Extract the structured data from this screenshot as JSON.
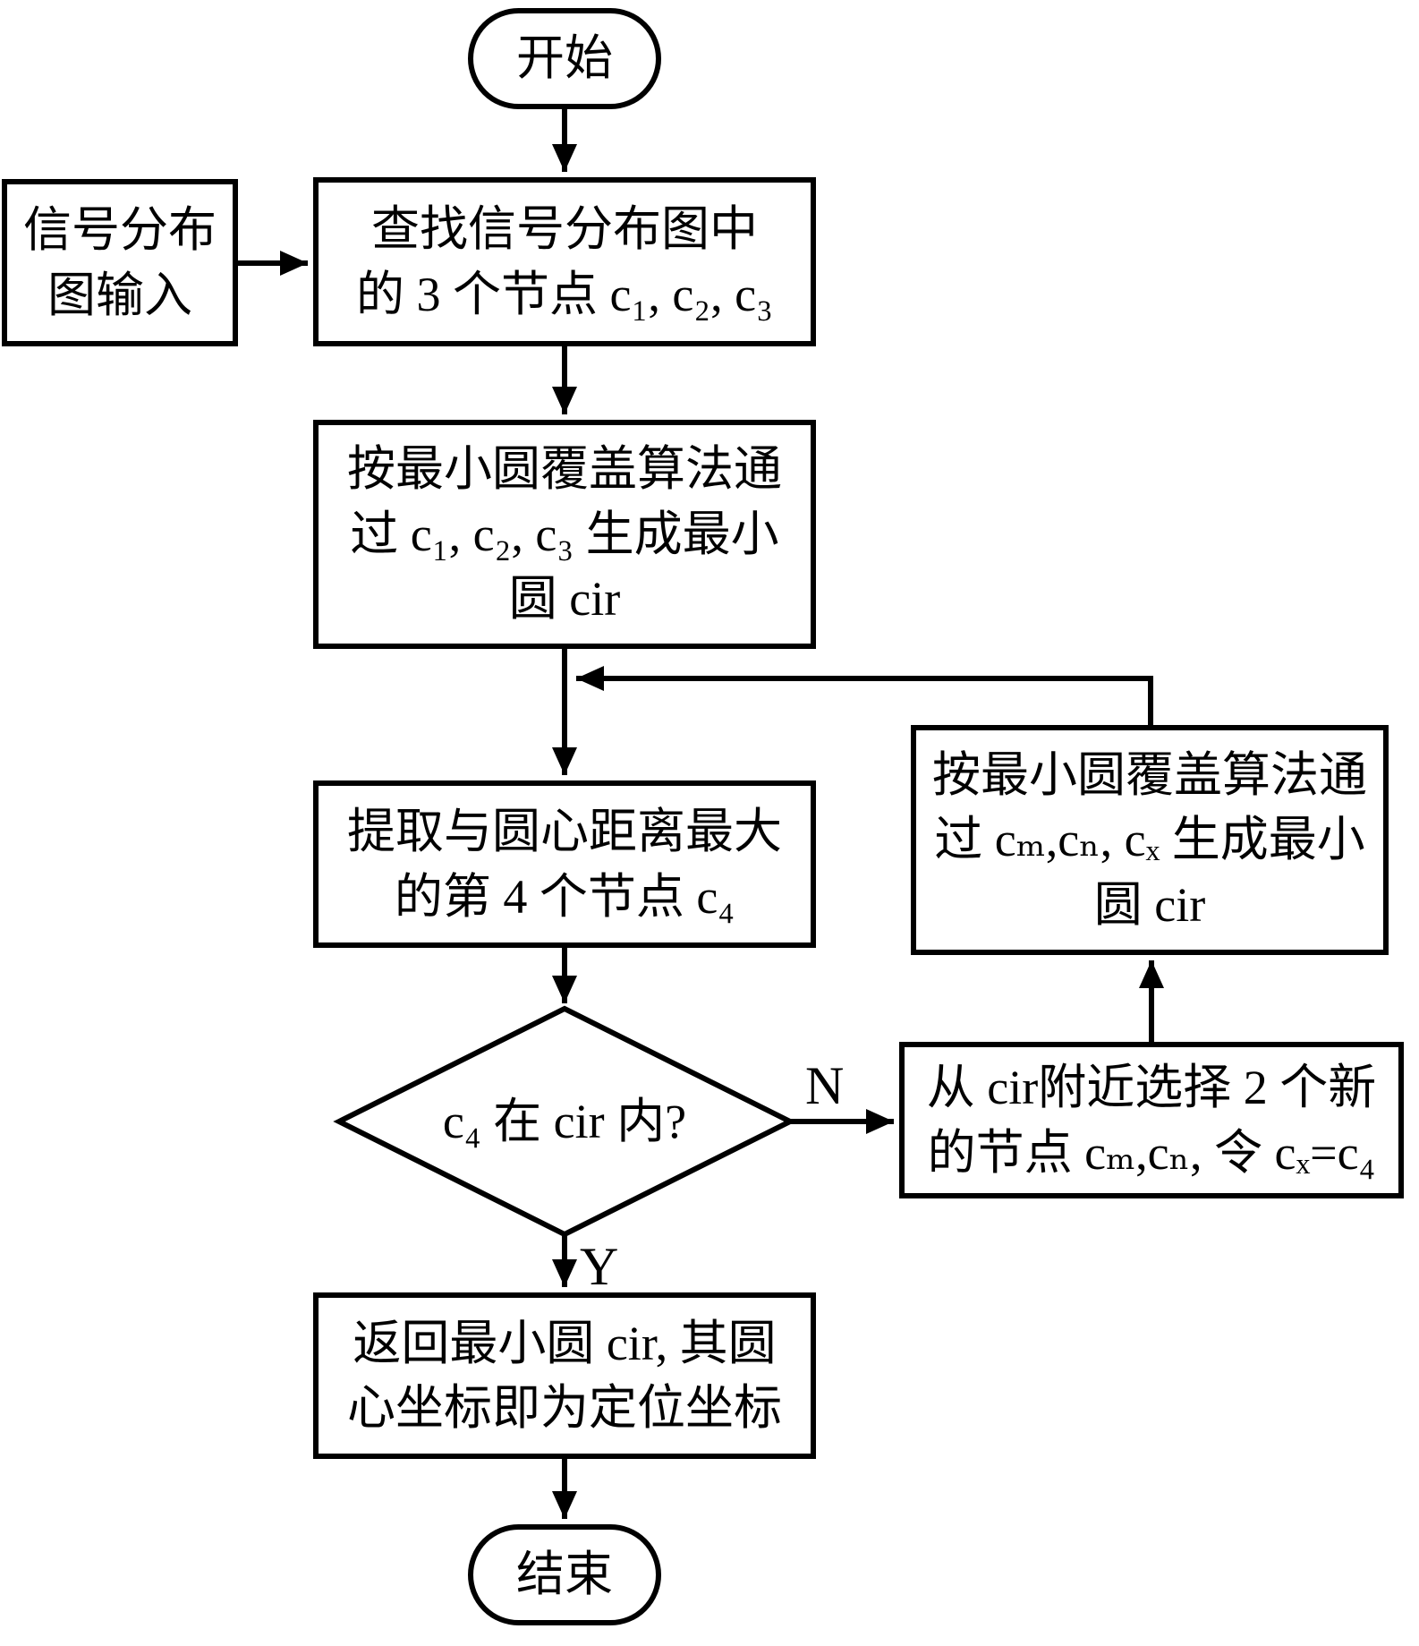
{
  "diagram": {
    "title_hint": "minimum-circle-coverage-localization-flowchart"
  },
  "nodes": {
    "start": {
      "label": "开始"
    },
    "input": {
      "lines": [
        "信号分布",
        "图输入"
      ]
    },
    "find_nodes": {
      "lines": [
        "查找信号分布图中",
        "的 3 个节点 c₁, c₂, c₃"
      ]
    },
    "gen_circle": {
      "lines": [
        "按最小圆覆盖算法通",
        "过 c₁, c₂, c₃ 生成最小",
        "圆 cir"
      ]
    },
    "extract": {
      "lines": [
        "提取与圆心距离最大",
        "的第 4 个节点 c₄"
      ]
    },
    "decision": {
      "label": "c₄ 在 cir 内?"
    },
    "select_new": {
      "lines": [
        "从 cir附近选择 2 个新",
        "的节点 cₘ,cₙ, 令 cₓ=c₄"
      ]
    },
    "gen_circle2": {
      "lines": [
        "按最小圆覆盖算法通",
        "过 cₘ,cₙ, cₓ 生成最小",
        "圆 cir"
      ]
    },
    "return_result": {
      "lines": [
        "返回最小圆 cir, 其圆",
        "心坐标即为定位坐标"
      ]
    },
    "end": {
      "label": "结束"
    }
  },
  "edge_labels": {
    "no": "N",
    "yes": "Y"
  },
  "colors": {
    "stroke": "#000000",
    "background": "#ffffff"
  }
}
